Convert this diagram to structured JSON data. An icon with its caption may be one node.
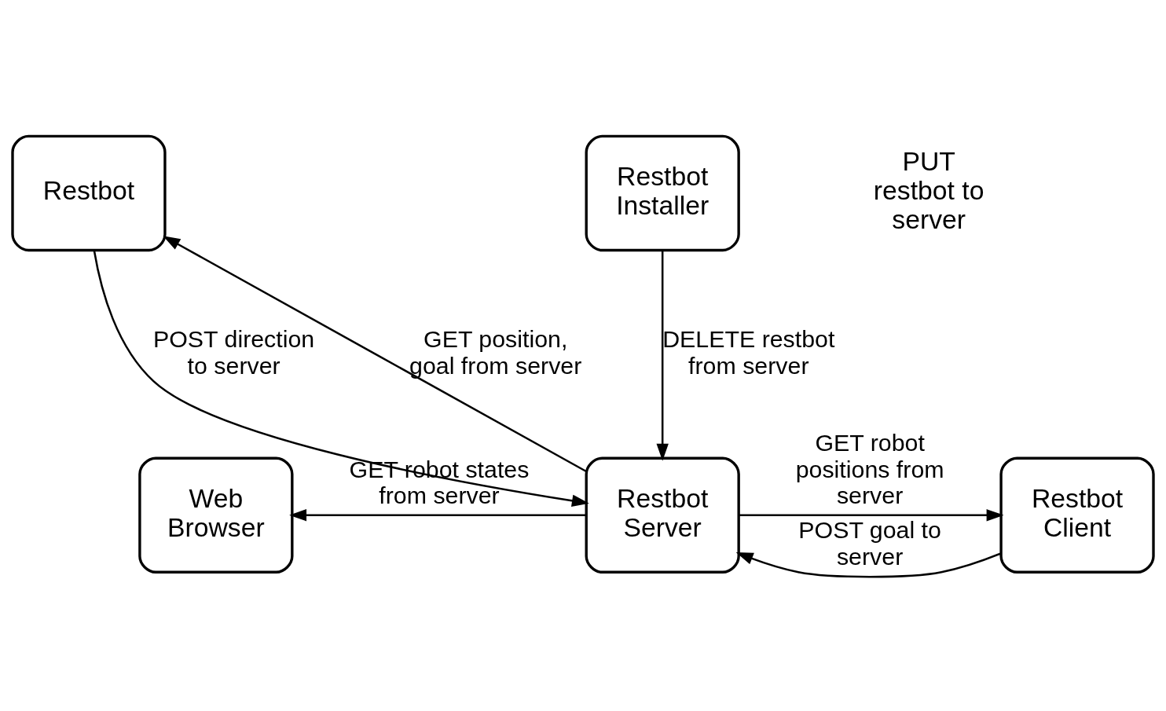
{
  "diagram": {
    "nodes": [
      {
        "text": [
          "Restbot"
        ]
      },
      {
        "text": [
          "Restbot Installer"
        ]
      },
      {
        "text": [
          "Web Browser"
        ]
      },
      {
        "text": [
          "Restbot Server"
        ]
      },
      {
        "text": [
          "Restbot Client"
        ]
      }
    ],
    "edges": [
      {
        "from": 3,
        "to": 0,
        "arrow": "to",
        "label": "GET position, goal from server"
      },
      {
        "from": 0,
        "to": 3,
        "arrow": "to",
        "label": "POST direction to server"
      },
      {
        "from": 1,
        "to": 3,
        "arrow": "to",
        "label": "DELETE restbot from server"
      },
      {
        "from": 3,
        "to": 2,
        "arrow": "to",
        "label": "GET robot states from server"
      },
      {
        "from": 3,
        "to": 4,
        "arrow": "to",
        "label": "GET robot positions from server"
      },
      {
        "from": 4,
        "to": 3,
        "arrow": "to",
        "label": "POST goal to server"
      }
    ],
    "labels": [
      "PUT restbot to server"
    ]
  }
}
